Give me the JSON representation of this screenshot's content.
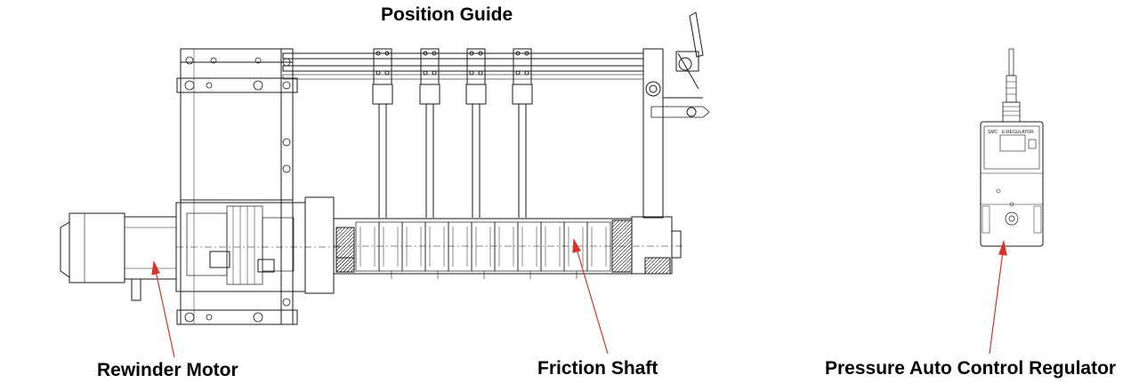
{
  "labels": {
    "position_guide": "Position Guide",
    "rewinder_motor": "Rewinder Motor",
    "friction_shaft": "Friction Shaft",
    "pressure_regulator": "Pressure Auto Control Regulator"
  },
  "regulator_panel": {
    "brand": "SMC",
    "model": "E-REGULATOR"
  },
  "colors": {
    "line": "#1a1a1a",
    "arrow": "#d9342b",
    "hatch": "#222222"
  }
}
